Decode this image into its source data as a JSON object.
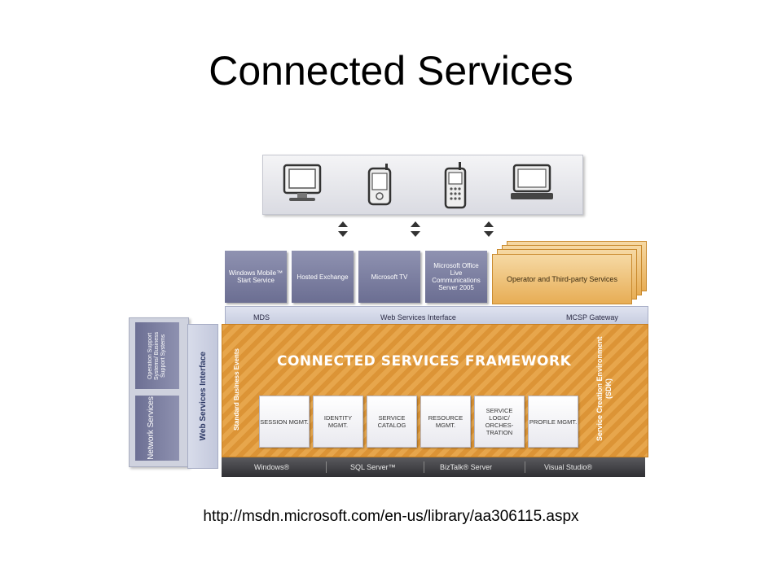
{
  "slide": {
    "title": "Connected Services",
    "source_url": "http://msdn.microsoft.com/en-us/library/aa306115.aspx"
  },
  "diagram": {
    "devices": [
      "desktop-monitor-icon",
      "pda-icon",
      "mobile-phone-icon",
      "laptop-icon"
    ],
    "services": [
      "Windows Mobile™ Start Service",
      "Hosted Exchange",
      "Microsoft TV",
      "Microsoft Office Live Communications Server 2005"
    ],
    "operator_services": "Operator and Third-party Services",
    "ws_bar": {
      "left": "MDS",
      "center": "Web Services Interface",
      "right": "MCSP Gateway"
    },
    "left_panels": {
      "top": "Operation Support Systems/ Business Support Systems",
      "bottom": "Network Services"
    },
    "web_services_interface_vertical": "Web Services Interface",
    "framework_title": "CONNECTED SERVICES FRAMEWORK",
    "standard_business_events": "Standard Business Events",
    "service_creation": "Service Creation Environment (SDK)",
    "modules": [
      "SESSION MGMT.",
      "IDENTITY MGMT.",
      "SERVICE CATALOG",
      "RESOURCE MGMT.",
      "SERVICE LOGIC/ ORCHES- TRATION",
      "PROFILE MGMT."
    ],
    "platform": [
      "Windows®",
      "SQL Server™",
      "BizTalk® Server",
      "Visual Studio®"
    ],
    "colors": {
      "framework_orange": "#e7a64c",
      "service_purple": "#7b7ea0",
      "platform_dark": "#3a3a3e",
      "ws_blue": "#c8cde0"
    }
  }
}
